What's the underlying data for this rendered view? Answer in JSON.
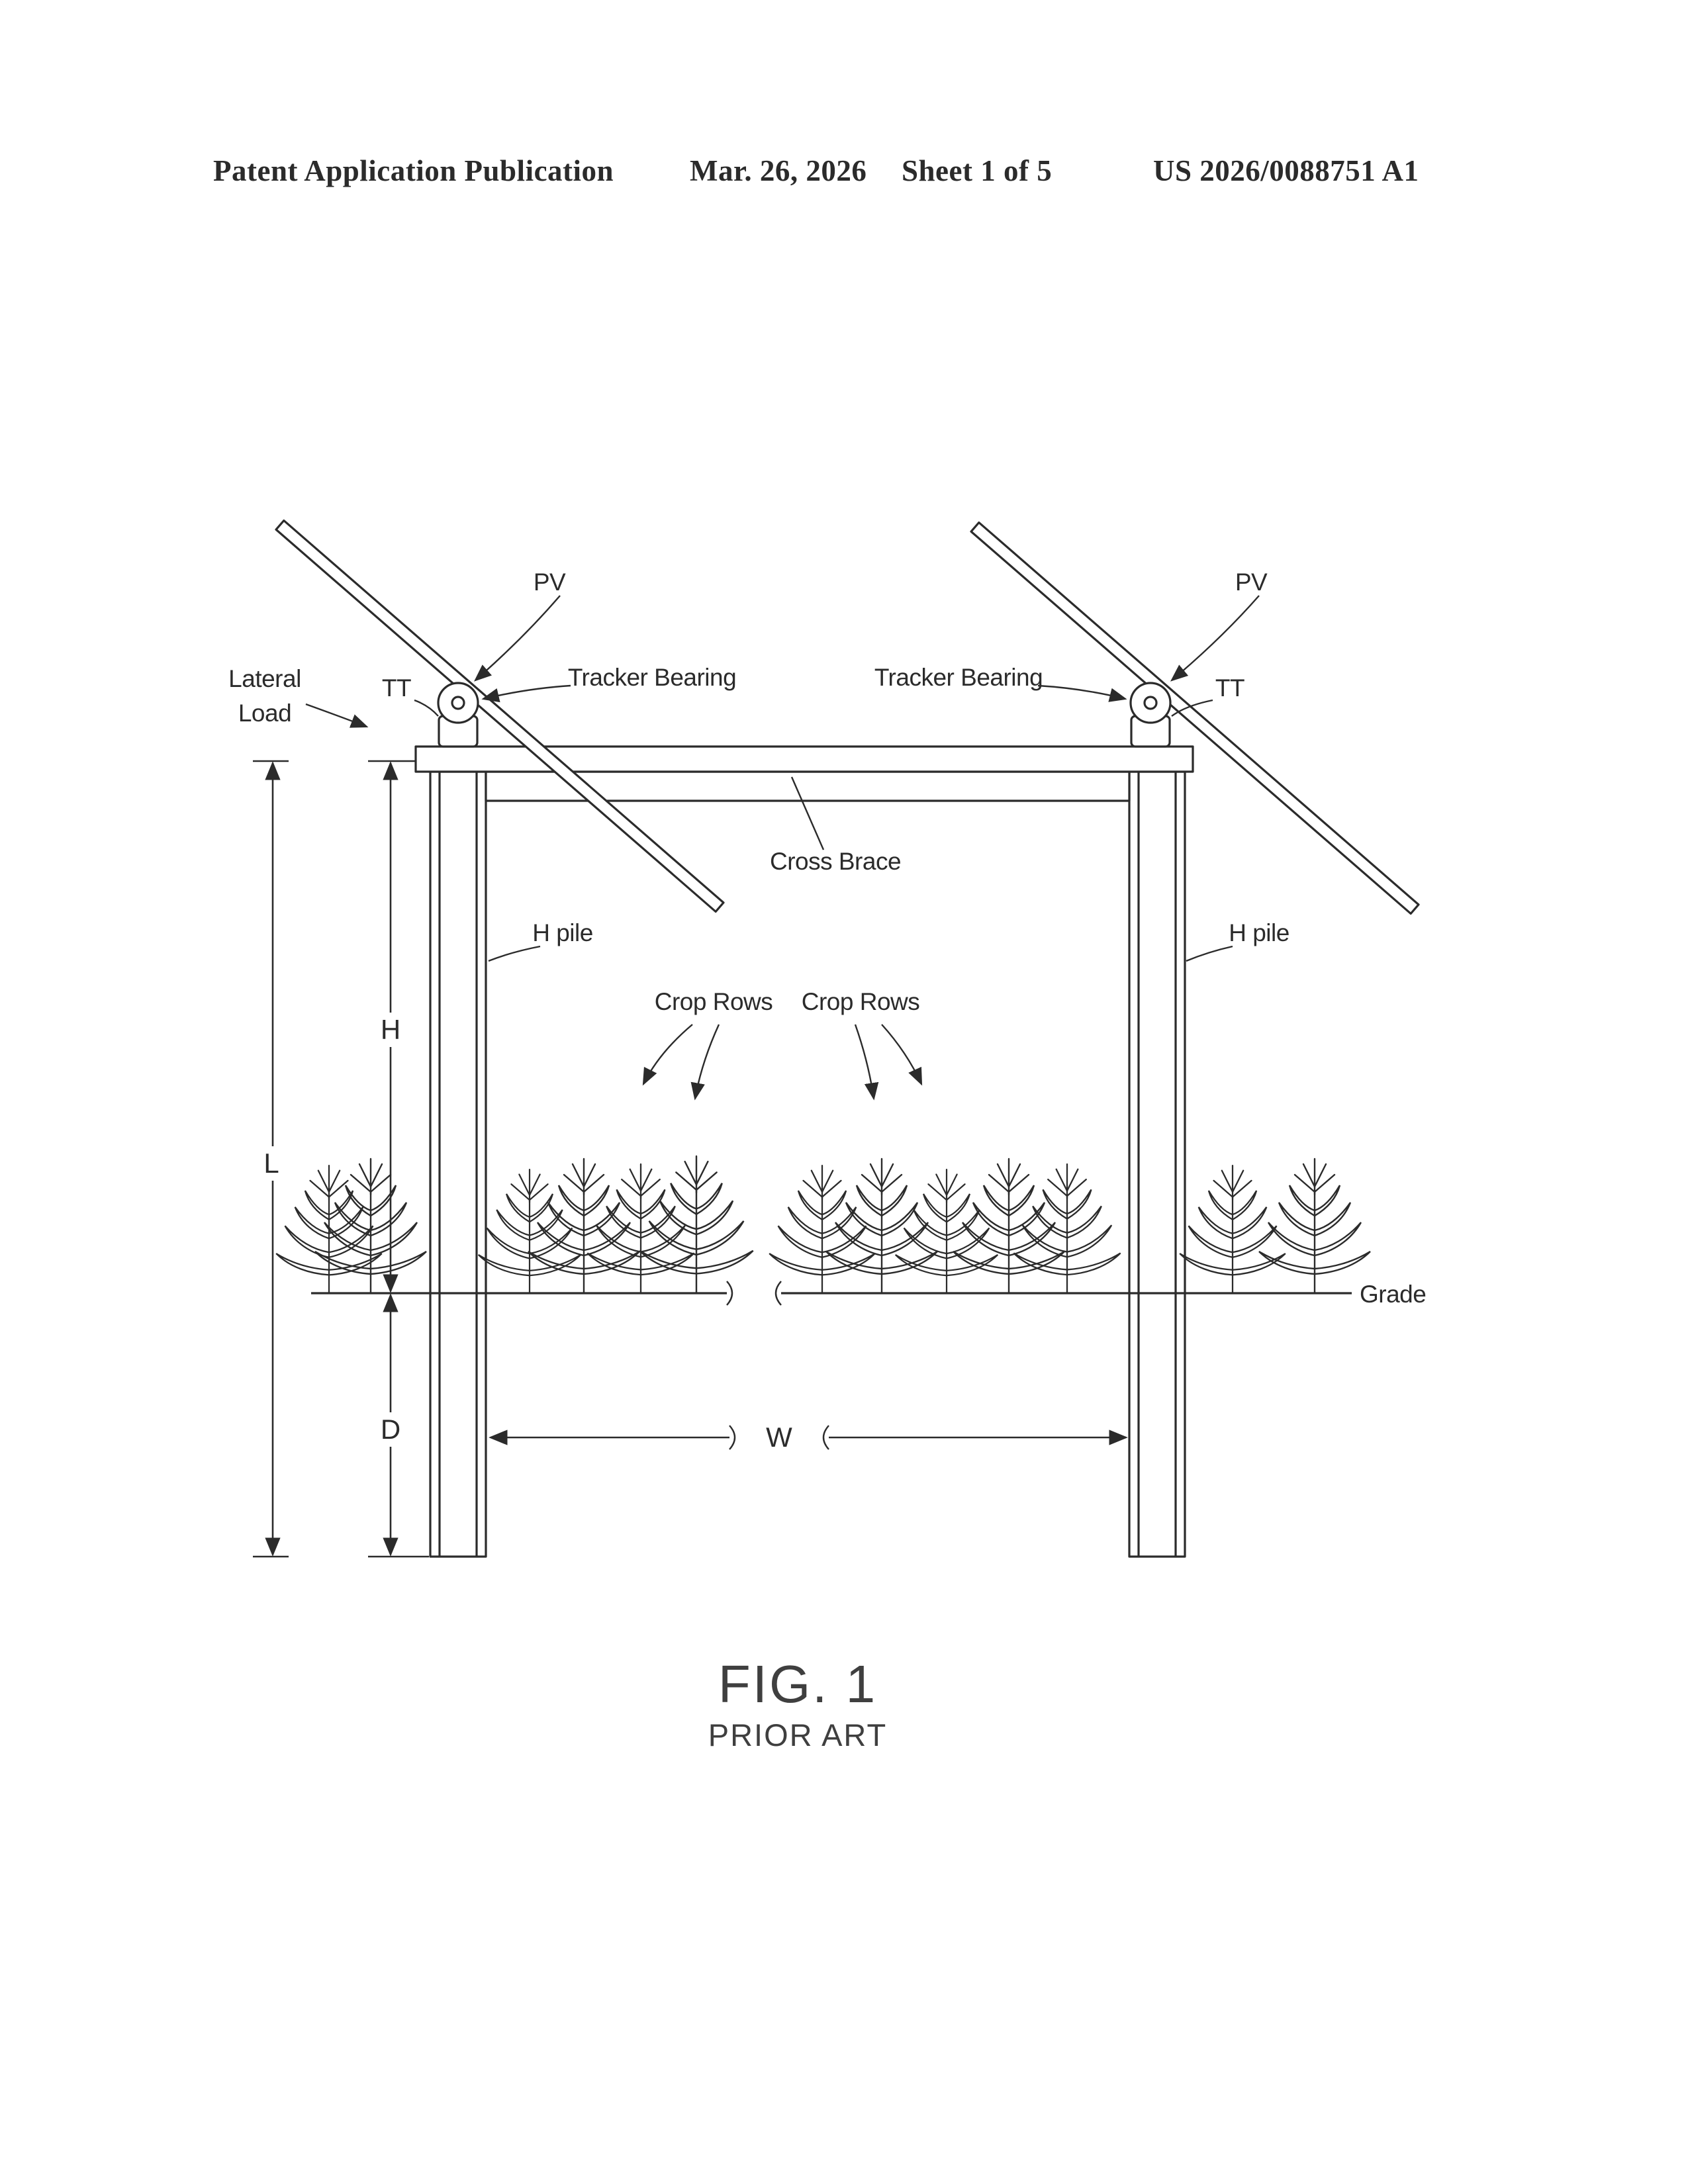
{
  "header": {
    "publication": "Patent Application Publication",
    "date": "Mar. 26, 2026",
    "sheet": "Sheet 1 of 5",
    "patent_number": "US 2026/0088751 A1"
  },
  "diagram": {
    "labels": {
      "pv": "PV",
      "tt": "TT",
      "tracker_bearing": "Tracker Bearing",
      "lateral_load_line1": "Lateral",
      "lateral_load_line2": "Load",
      "cross_brace": "Cross Brace",
      "h_pile": "H pile",
      "crop_rows": "Crop Rows",
      "grade": "Grade"
    },
    "dimensions": {
      "total_length": "L",
      "height_above_grade": "H",
      "embedment_depth": "D",
      "width": "W"
    }
  },
  "caption": {
    "figure": "FIG. 1",
    "note": "PRIOR ART"
  },
  "colors": {
    "ink": "#2b2b2b",
    "paper": "#ffffff"
  }
}
